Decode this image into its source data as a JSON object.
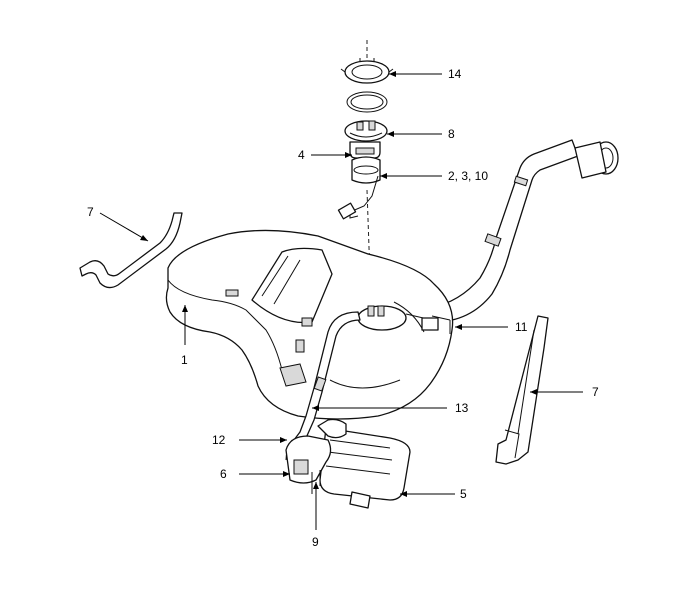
{
  "diagram": {
    "callouts": [
      {
        "id": "14",
        "label": "14"
      },
      {
        "id": "8",
        "label": "8"
      },
      {
        "id": "4",
        "label": "4"
      },
      {
        "id": "2-3-10",
        "label": "2, 3, 10"
      },
      {
        "id": "7-left",
        "label": "7"
      },
      {
        "id": "1",
        "label": "1"
      },
      {
        "id": "11",
        "label": "11"
      },
      {
        "id": "7-right",
        "label": "7"
      },
      {
        "id": "13",
        "label": "13"
      },
      {
        "id": "12",
        "label": "12"
      },
      {
        "id": "6",
        "label": "6"
      },
      {
        "id": "5",
        "label": "5"
      },
      {
        "id": "9",
        "label": "9"
      }
    ],
    "parts": [
      {
        "name": "fuel-tank"
      },
      {
        "name": "fuel-pump-module"
      },
      {
        "name": "lock-ring"
      },
      {
        "name": "gasket"
      },
      {
        "name": "pump-cover"
      },
      {
        "name": "filler-neck"
      },
      {
        "name": "tank-strap-left"
      },
      {
        "name": "tank-strap-right"
      },
      {
        "name": "canister"
      },
      {
        "name": "vapor-hose"
      }
    ]
  }
}
